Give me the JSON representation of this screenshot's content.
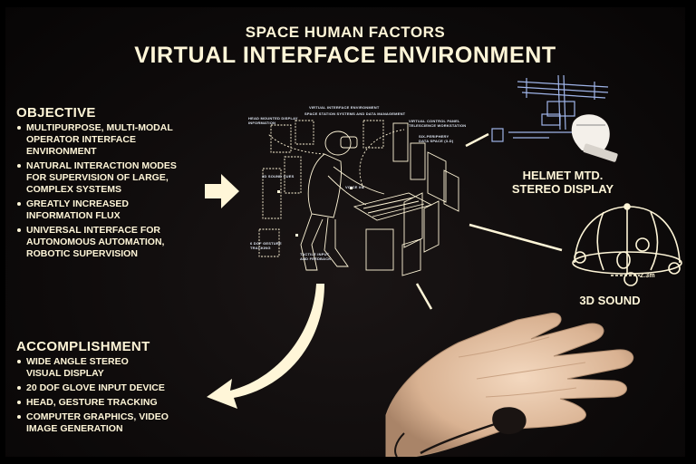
{
  "header": {
    "subtitle": "SPACE HUMAN FACTORS",
    "title": "VIRTUAL INTERFACE ENVIRONMENT"
  },
  "objective": {
    "heading": "OBJECTIVE",
    "items": [
      "MULTIPURPOSE, MULTI-MODAL\nOPERATOR INTERFACE\nENVIRONMENT",
      "NATURAL INTERACTION MODES\nFOR SUPERVISION OF LARGE,\nCOMPLEX SYSTEMS",
      "GREATLY INCREASED\nINFORMATION FLUX",
      "UNIVERSAL INTERFACE FOR\nAUTONOMOUS AUTOMATION,\nROBOTIC SUPERVISION"
    ]
  },
  "accomplishment": {
    "heading": "ACCOMPLISHMENT",
    "items": [
      "WIDE ANGLE STEREO\nVISUAL DISPLAY",
      "20 DOF GLOVE INPUT DEVICE",
      "HEAD, GESTURE TRACKING",
      "COMPUTER GRAPHICS, VIDEO\nIMAGE GENERATION"
    ]
  },
  "diagram": {
    "title": "VIRTUAL INTERFACE ENVIRONMENT",
    "label_space_station": "SPACE STATION SYSTEMS AND DATA MANAGEMENT",
    "label_head_mounted": "HEAD MOUNTED DISPLAY\nINFORMATION",
    "label_virtual_control": "VIRTUAL CONTROL PANEL\nTELESCIENCE WORKSTATION",
    "label_workspace": "SIX-PERIPHERY\nDATA SPACE (3-D)",
    "label_3d_sound": "3D SOUND CUES",
    "label_voice": "VOICE I/O",
    "label_gesture": "6 DOF GESTURE\nTRACKING",
    "label_tactile": "TACTILE INPUT\nAND FEEDBACK"
  },
  "helmet_caption": "HELMET MTD.\nSTEREO DISPLAY",
  "sound_caption": "3D SOUND",
  "sound_diagram_label": "2.3m",
  "colors": {
    "text": "#fff6d8",
    "background": "#0e0b0b",
    "schematic_blue": "#9fb4e8",
    "glove": "#e8c6a8"
  }
}
